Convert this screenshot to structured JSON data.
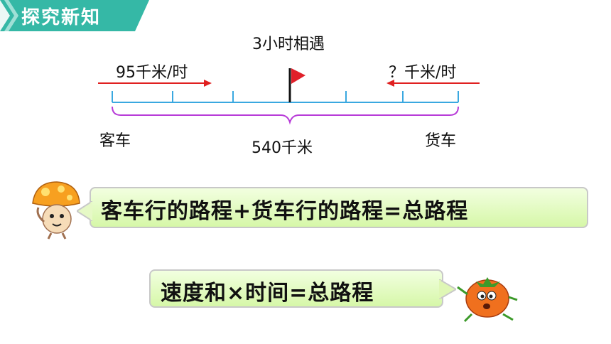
{
  "header": {
    "title": "探究新知"
  },
  "diagram": {
    "meet_time": "3小时相遇",
    "bus_speed": "95千米/时",
    "truck_speed": "？千米/时",
    "total_distance": "540千米",
    "bus_label": "客车",
    "truck_label": "货车"
  },
  "formulas": {
    "sum": "客车行的路程+货车行的路程=总路程",
    "speed": "速度和×时间=总路程"
  },
  "colors": {
    "banner": "#35b8a6",
    "arrow": "#e02020",
    "line": "#3aa8e0",
    "brace": "#b83cd8",
    "flag": "#e0202a",
    "bubble_fill": "#dff7b5"
  }
}
